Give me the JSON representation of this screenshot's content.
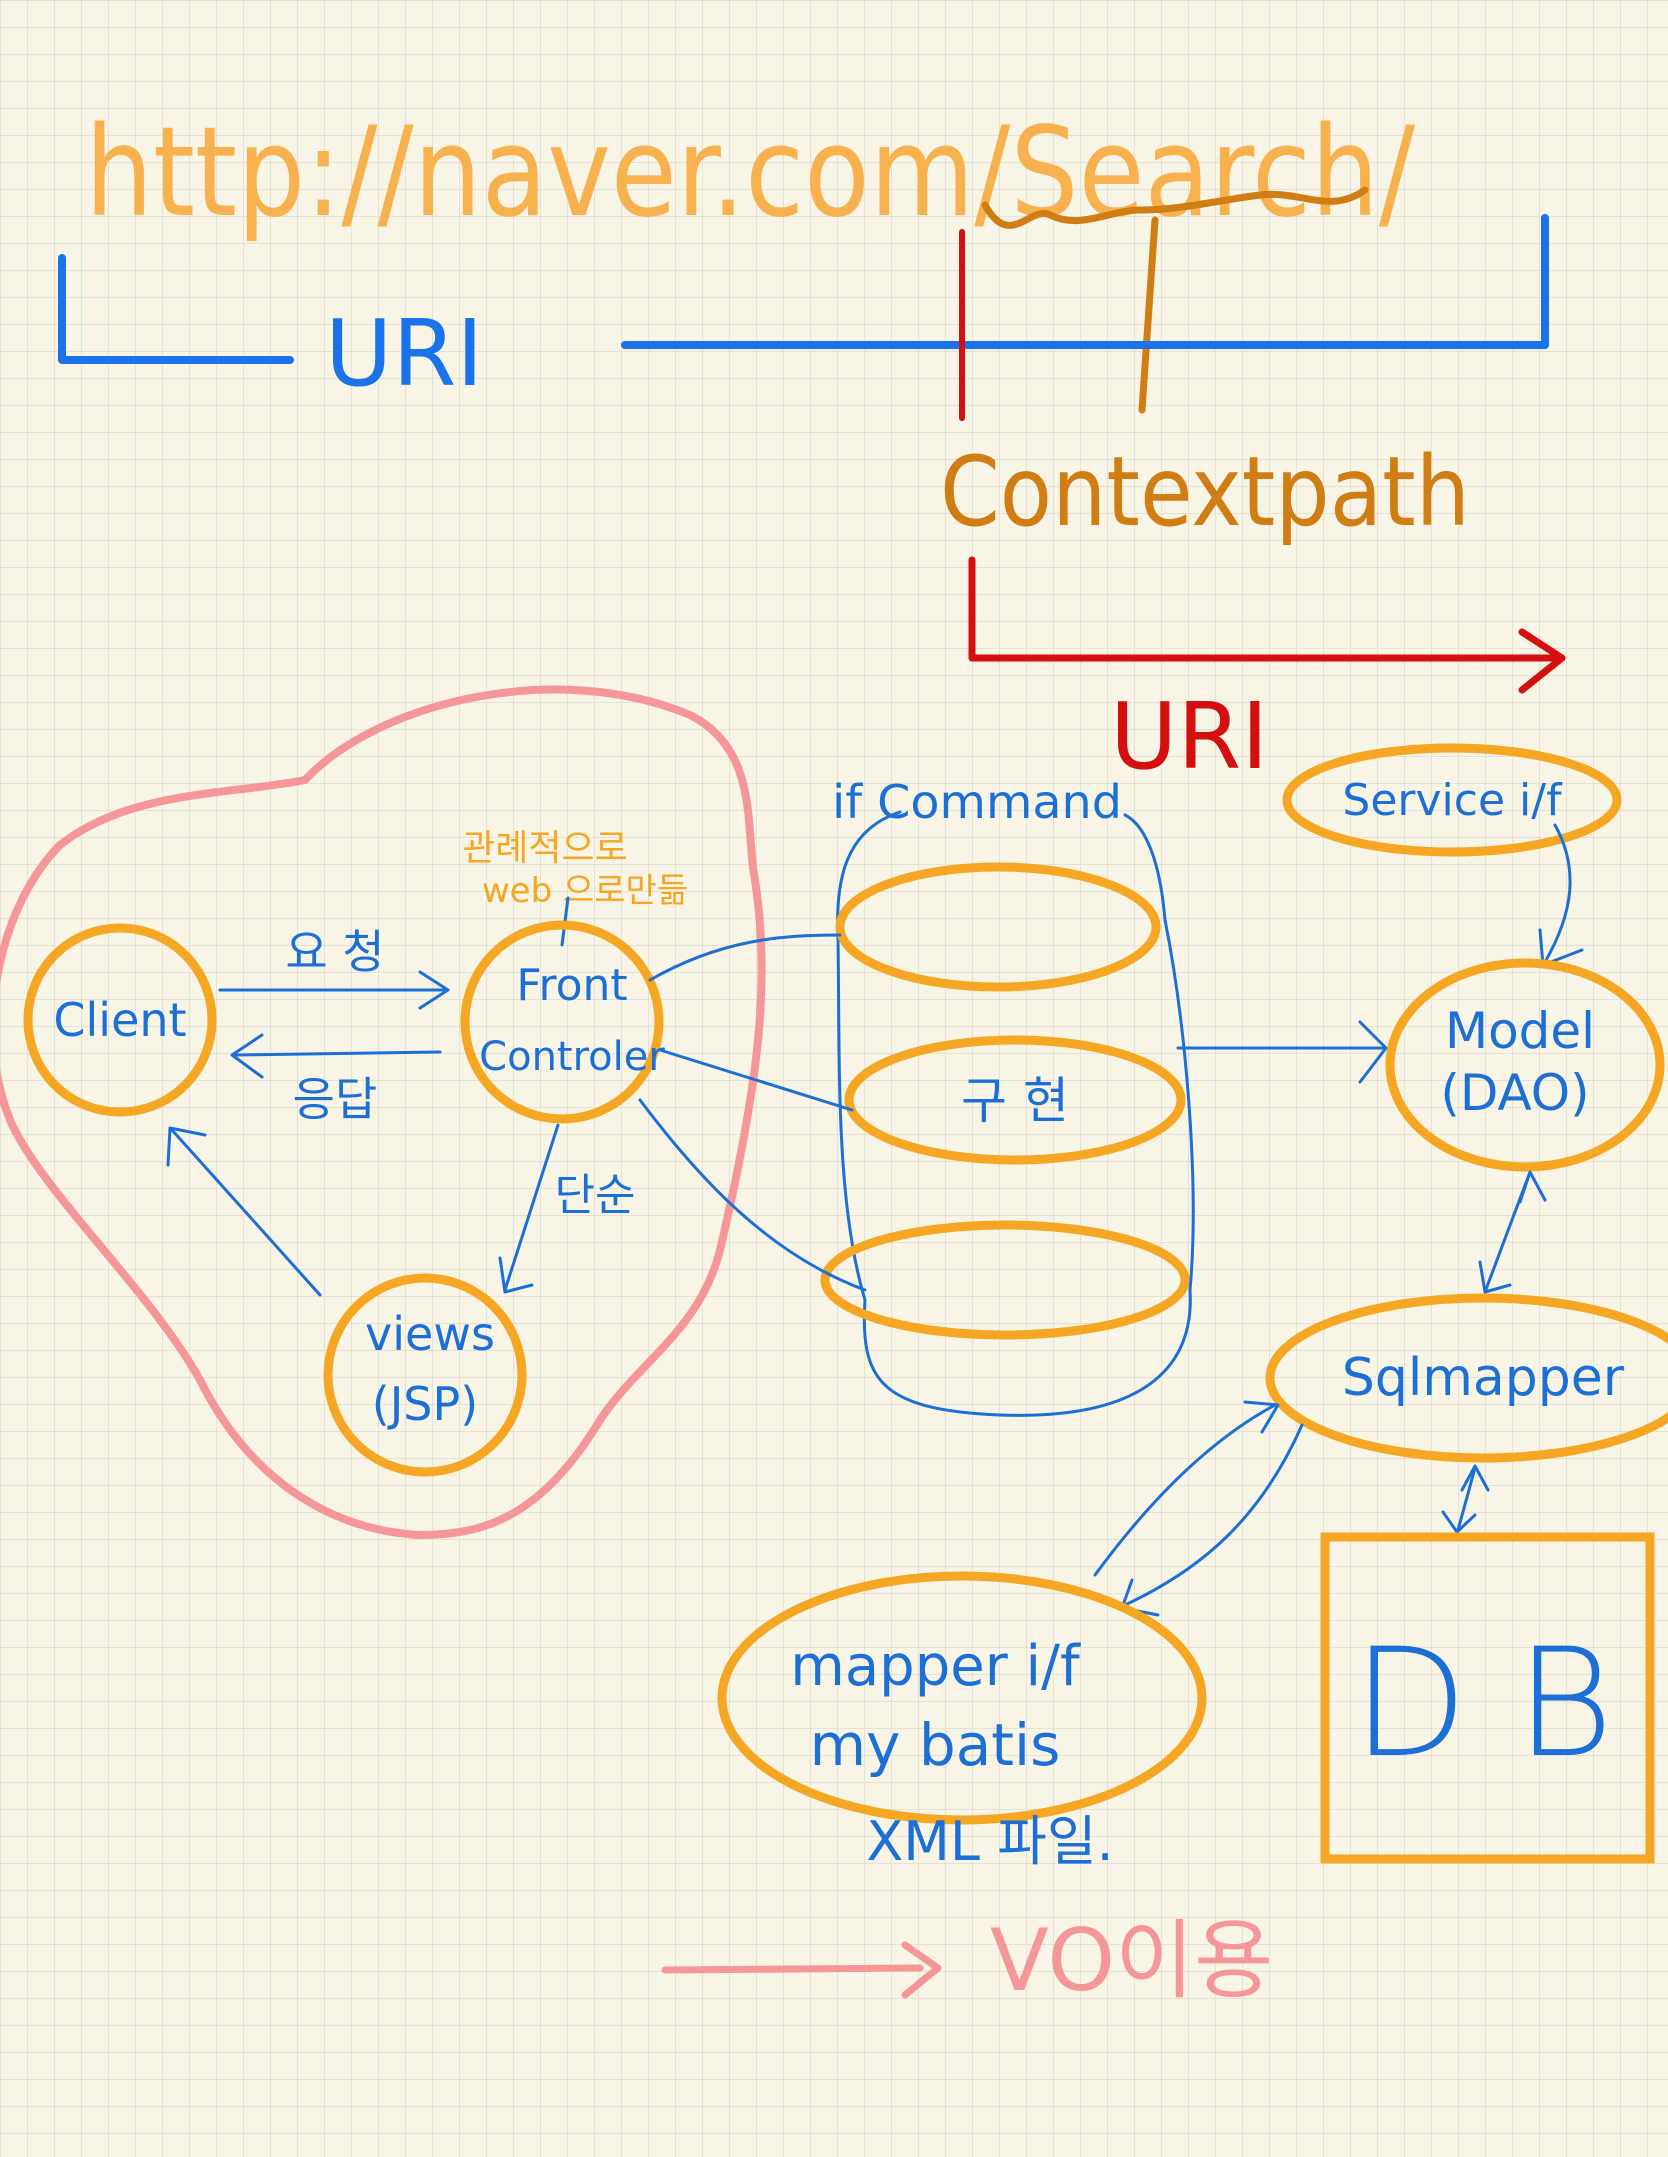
{
  "colors": {
    "background": "#f8f4e6",
    "grid": "#dedbd0",
    "blue": "#1c6fd6",
    "uri_blue": "#1a73e8",
    "orange": "#f5a623",
    "light_orange": "#f7b24f",
    "brown_orange": "#d07d14",
    "red": "#d30f0f",
    "pink": "#f59797"
  },
  "header": {
    "url_text": "http://naver.com/Search/",
    "uri_label": "URI",
    "context_path_label": "Contextpath",
    "uri_label_red": "URI"
  },
  "nodes": {
    "client": "Client",
    "front_controller_line1": "Front",
    "front_controller_line2": "Controler",
    "front_controller_note_line1": "관례적으로",
    "front_controller_note_line2": "web 으로만듦",
    "views_line1": "views",
    "views_line2": "(JSP)",
    "command": "if Command",
    "implementation": "구  현",
    "service": "Service i/f",
    "model_line1": "Model",
    "model_line2": "(DAO)",
    "sqlmapper": "Sqlmapper",
    "db": "D B",
    "mapper_line1": "mapper i/f",
    "mapper_line2": "my batis",
    "mapper_line3": "XML 파일."
  },
  "edges": {
    "request": "요 청",
    "response": "응답",
    "simple": "단순"
  },
  "footer": {
    "vo_usage": "VO이용"
  }
}
